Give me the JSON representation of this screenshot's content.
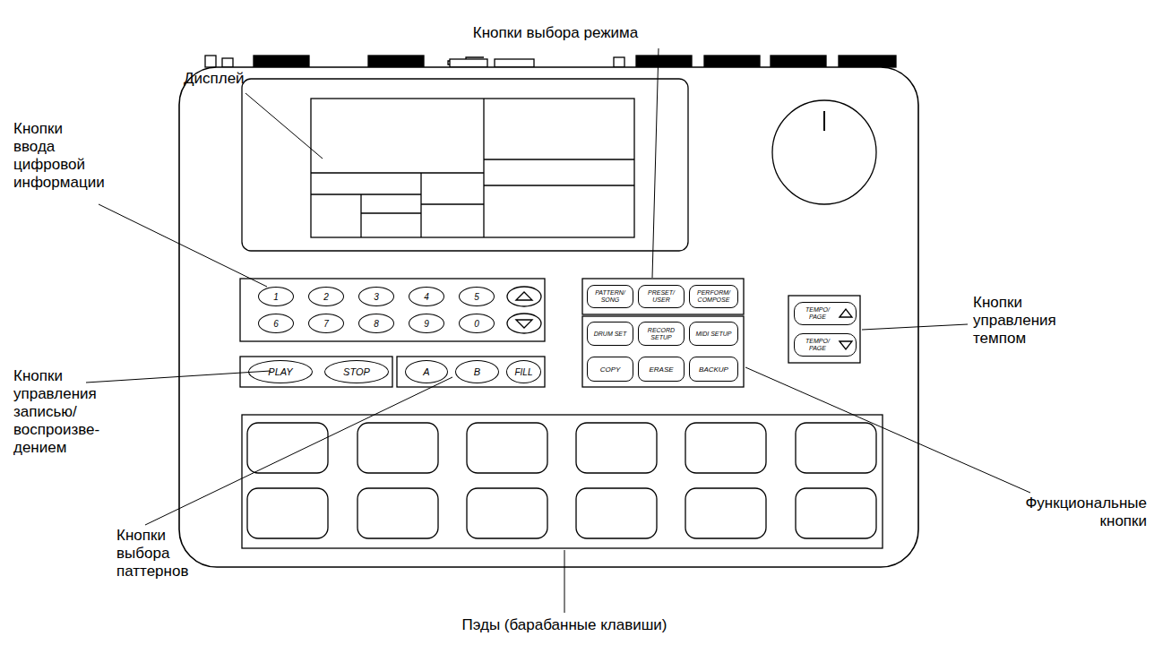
{
  "diagram": {
    "nodes": [
      {
        "text": [
          "1"
        ]
      },
      {
        "text": [
          "2"
        ]
      },
      {
        "text": [
          "3"
        ]
      },
      {
        "text": [
          "4"
        ]
      },
      {
        "text": [
          "5"
        ]
      },
      {
        "text": [
          "6"
        ]
      },
      {
        "text": [
          "7"
        ]
      },
      {
        "text": [
          "8"
        ]
      },
      {
        "text": [
          "9"
        ]
      },
      {
        "text": [
          "0"
        ]
      },
      {
        "text": [
          "PLAY"
        ]
      },
      {
        "text": [
          "STOP"
        ]
      },
      {
        "text": [
          "A"
        ]
      },
      {
        "text": [
          "B"
        ]
      },
      {
        "text": [
          "FILL"
        ]
      },
      {
        "text": [
          "PATTERN/ SONG"
        ]
      },
      {
        "text": [
          "PRESET/ USER"
        ]
      },
      {
        "text": [
          "PERFORM/ COMPOSE"
        ]
      },
      {
        "text": [
          "DRUM SET"
        ]
      },
      {
        "text": [
          "RECORD SETUP"
        ]
      },
      {
        "text": [
          "MIDI SETUP"
        ]
      },
      {
        "text": [
          "COPY"
        ]
      },
      {
        "text": [
          "ERASE"
        ]
      },
      {
        "text": [
          "BACKUP"
        ]
      },
      {
        "text": [
          "TEMPO/ PAGE"
        ]
      },
      {
        "text": [
          "TEMPO/ PAGE"
        ]
      }
    ],
    "labels": [
      "Кнопки выбора режима",
      "Дисплей",
      "Кнопки ввода цифровой информации",
      "Кнопки управления темпом",
      "Кнопки управления записью/ воспроизве- дением",
      "Функциональные кнопки",
      "Кнопки выбора паттернов",
      "Пэды (барабанные клавиши)"
    ]
  }
}
